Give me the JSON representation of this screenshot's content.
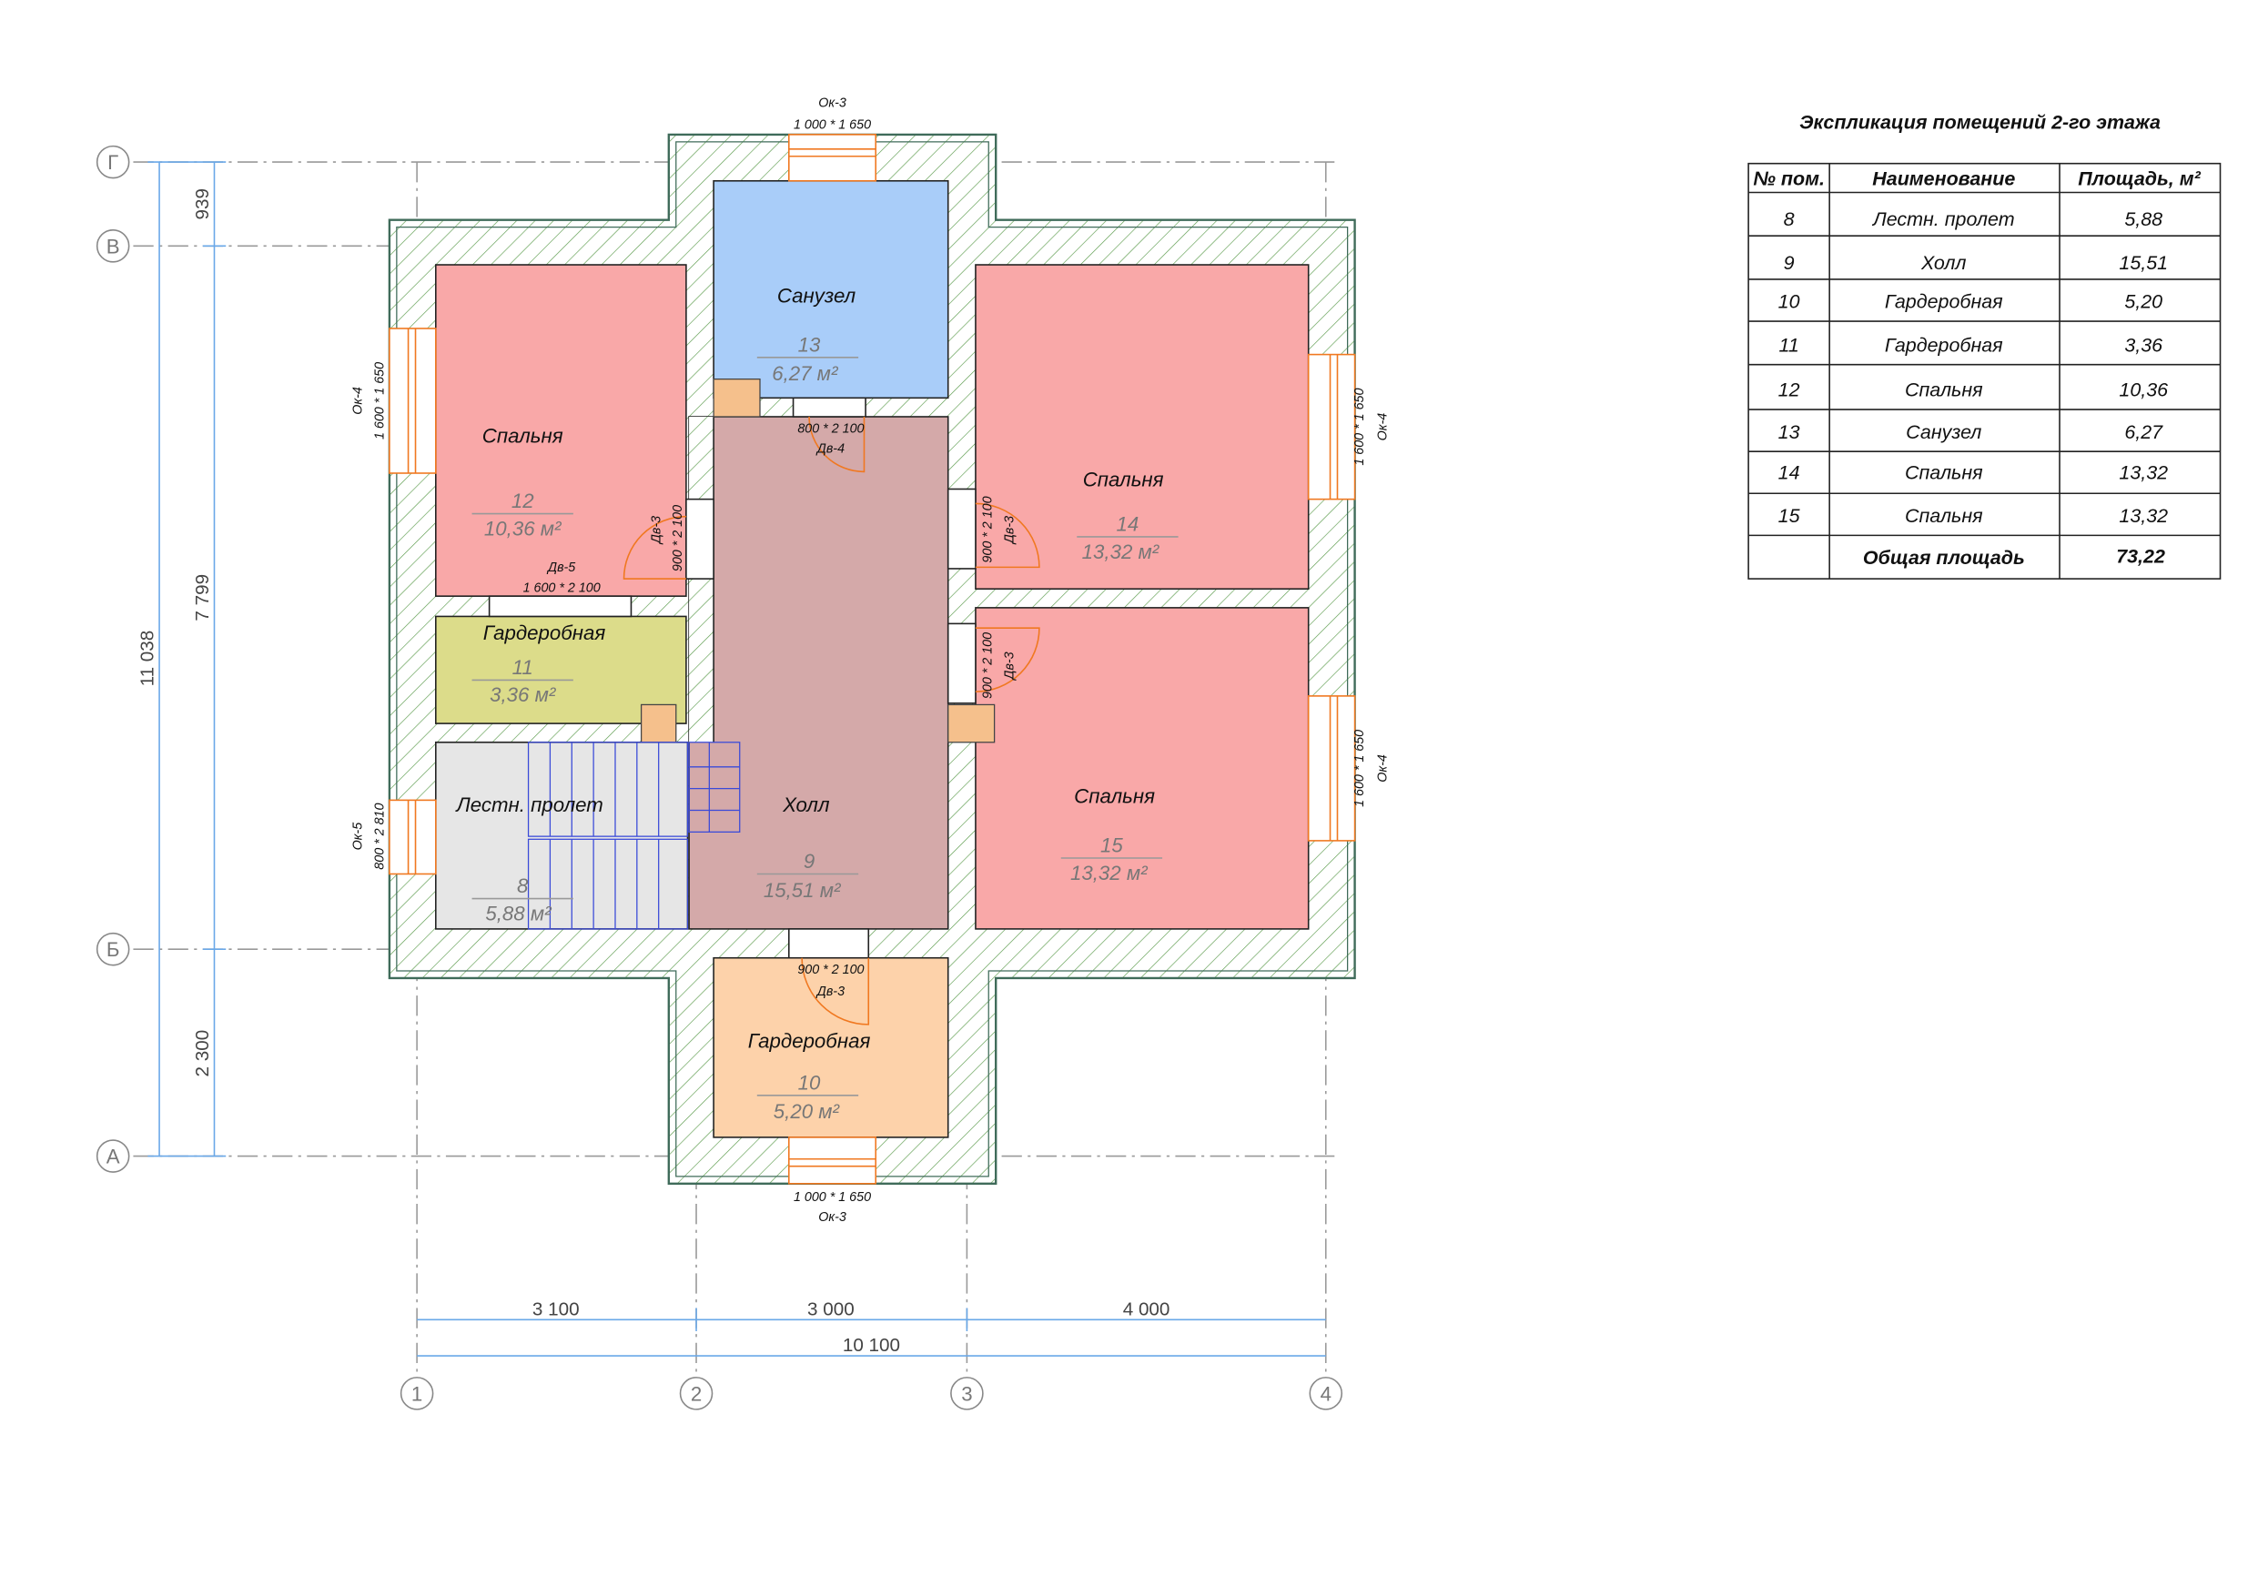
{
  "table": {
    "title": "Экспликация помещений 2-го этажа",
    "headers": [
      "№ пом.",
      "Наименование",
      "Площадь, м²"
    ],
    "rows": [
      [
        "8",
        "Лестн. пролет",
        "5,88"
      ],
      [
        "9",
        "Холл",
        "15,51"
      ],
      [
        "10",
        "Гардеробная",
        "5,20"
      ],
      [
        "11",
        "Гардеробная",
        "3,36"
      ],
      [
        "12",
        "Спальня",
        "10,36"
      ],
      [
        "13",
        "Санузел",
        "6,27"
      ],
      [
        "14",
        "Спальня",
        "13,32"
      ],
      [
        "15",
        "Спальня",
        "13,32"
      ]
    ],
    "total_label": "Общая площадь",
    "total_value": "73,22"
  },
  "rooms": {
    "r12": {
      "name": "Спальня",
      "num": "12",
      "area": "10,36 м²",
      "color": "#f9a8a8"
    },
    "r11": {
      "name": "Гардеробная",
      "num": "11",
      "area": "3,36 м²",
      "color": "#dcdc8a"
    },
    "r8": {
      "name": "Лестн. пролет",
      "num": "8",
      "area": "5,88 м²",
      "color": "#e6e6e6"
    },
    "r13": {
      "name": "Санузел",
      "num": "13",
      "area": "6,27 м²",
      "color": "#a9cdf9"
    },
    "r9": {
      "name": "Холл",
      "num": "9",
      "area": "15,51 м²",
      "color": "#d4a9a9"
    },
    "r14": {
      "name": "Спальня",
      "num": "14",
      "area": "13,32 м²",
      "color": "#f9a8a8"
    },
    "r15": {
      "name": "Спальня",
      "num": "15",
      "area": "13,32 м²",
      "color": "#f9a8a8"
    },
    "r10": {
      "name": "Гардеробная",
      "num": "10",
      "area": "5,20 м²",
      "color": "#fdd2aa"
    }
  },
  "openings": {
    "ok3_top": {
      "mark": "Ок-3",
      "size": "1 000 * 1 650"
    },
    "ok3_bottom": {
      "mark": "Ок-3",
      "size": "1 000 * 1 650"
    },
    "ok4_left": {
      "mark": "Ок-4",
      "size": "1 600 * 1 650"
    },
    "ok4_right_top": {
      "mark": "Ок-4",
      "size": "1 600 * 1 650"
    },
    "ok4_right_bottom": {
      "mark": "Ок-4",
      "size": "1 600 * 1 650"
    },
    "ok5_left": {
      "mark": "Ок-5",
      "size": "800 * 2 810"
    },
    "dv4": {
      "mark": "Дв-4",
      "size": "800 * 2 100"
    },
    "dv5": {
      "mark": "Дв-5",
      "size": "1 600 * 2 100"
    },
    "dv3_left": {
      "mark": "Дв-3",
      "size": "900 * 2 100"
    },
    "dv3_r14": {
      "mark": "Дв-3",
      "size": "900 * 2 100"
    },
    "dv3_r15": {
      "mark": "Дв-3",
      "size": "900 * 2 100"
    },
    "dv3_bottom": {
      "mark": "Дв-3",
      "size": "900 * 2 100"
    }
  },
  "axes": {
    "rows": [
      "Г",
      "В",
      "Б",
      "А"
    ],
    "cols": [
      "1",
      "2",
      "3",
      "4"
    ]
  },
  "dimensions": {
    "left_outer": "11 038",
    "left_inner": [
      "939",
      "7 799",
      "2 300"
    ],
    "bottom_chain": [
      "3 100",
      "3 000",
      "4 000"
    ],
    "bottom_total": "10 100"
  },
  "colors": {
    "hatch": "#5a9a4a",
    "door": "#f07820",
    "stair": "#3a4ad8"
  }
}
